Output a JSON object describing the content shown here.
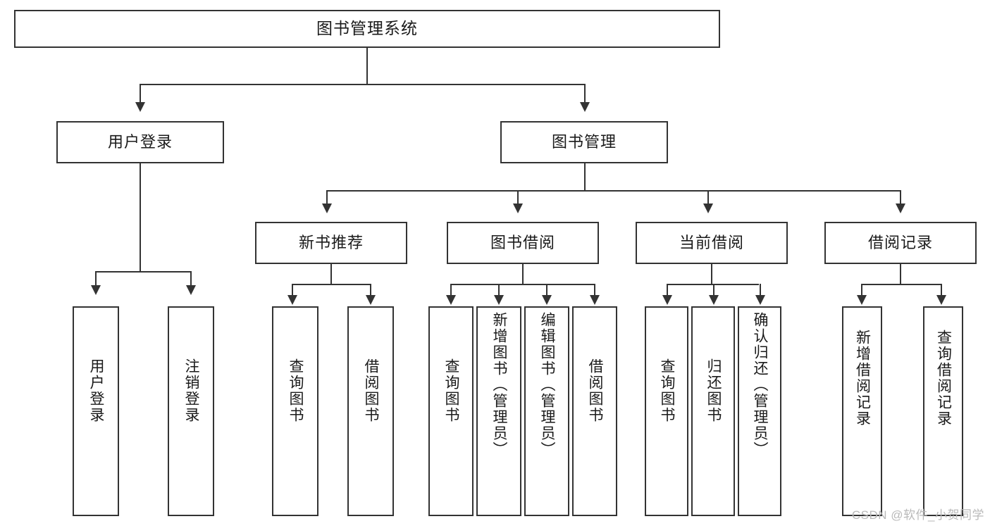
{
  "diagram": {
    "title": "图书管理系统",
    "root": {
      "label": "图书管理系统"
    },
    "branches": [
      {
        "label": "用户登录",
        "leaves": [
          {
            "label": "用户登录"
          },
          {
            "label": "注销登录"
          }
        ]
      },
      {
        "label": "图书管理",
        "children": [
          {
            "label": "新书推荐",
            "leaves": [
              {
                "label": "查询图书"
              },
              {
                "label": "借阅图书"
              }
            ]
          },
          {
            "label": "图书借阅",
            "leaves": [
              {
                "label": "查询图书"
              },
              {
                "label": "新增图书（管理员）"
              },
              {
                "label": "编辑图书（管理员）"
              },
              {
                "label": "借阅图书"
              }
            ]
          },
          {
            "label": "当前借阅",
            "leaves": [
              {
                "label": "查询图书"
              },
              {
                "label": "归还图书"
              },
              {
                "label": "确认归还（管理员）"
              }
            ]
          },
          {
            "label": "借阅记录",
            "leaves": [
              {
                "label": "新增借阅记录"
              },
              {
                "label": "查询借阅记录"
              }
            ]
          }
        ]
      }
    ]
  },
  "watermark": {
    "text": "CSDN @软件_小贺同学"
  },
  "colors": {
    "stroke": "#333333",
    "fill": "#ffffff",
    "text": "#1a1a1a",
    "watermark": "#b9b9b9"
  }
}
